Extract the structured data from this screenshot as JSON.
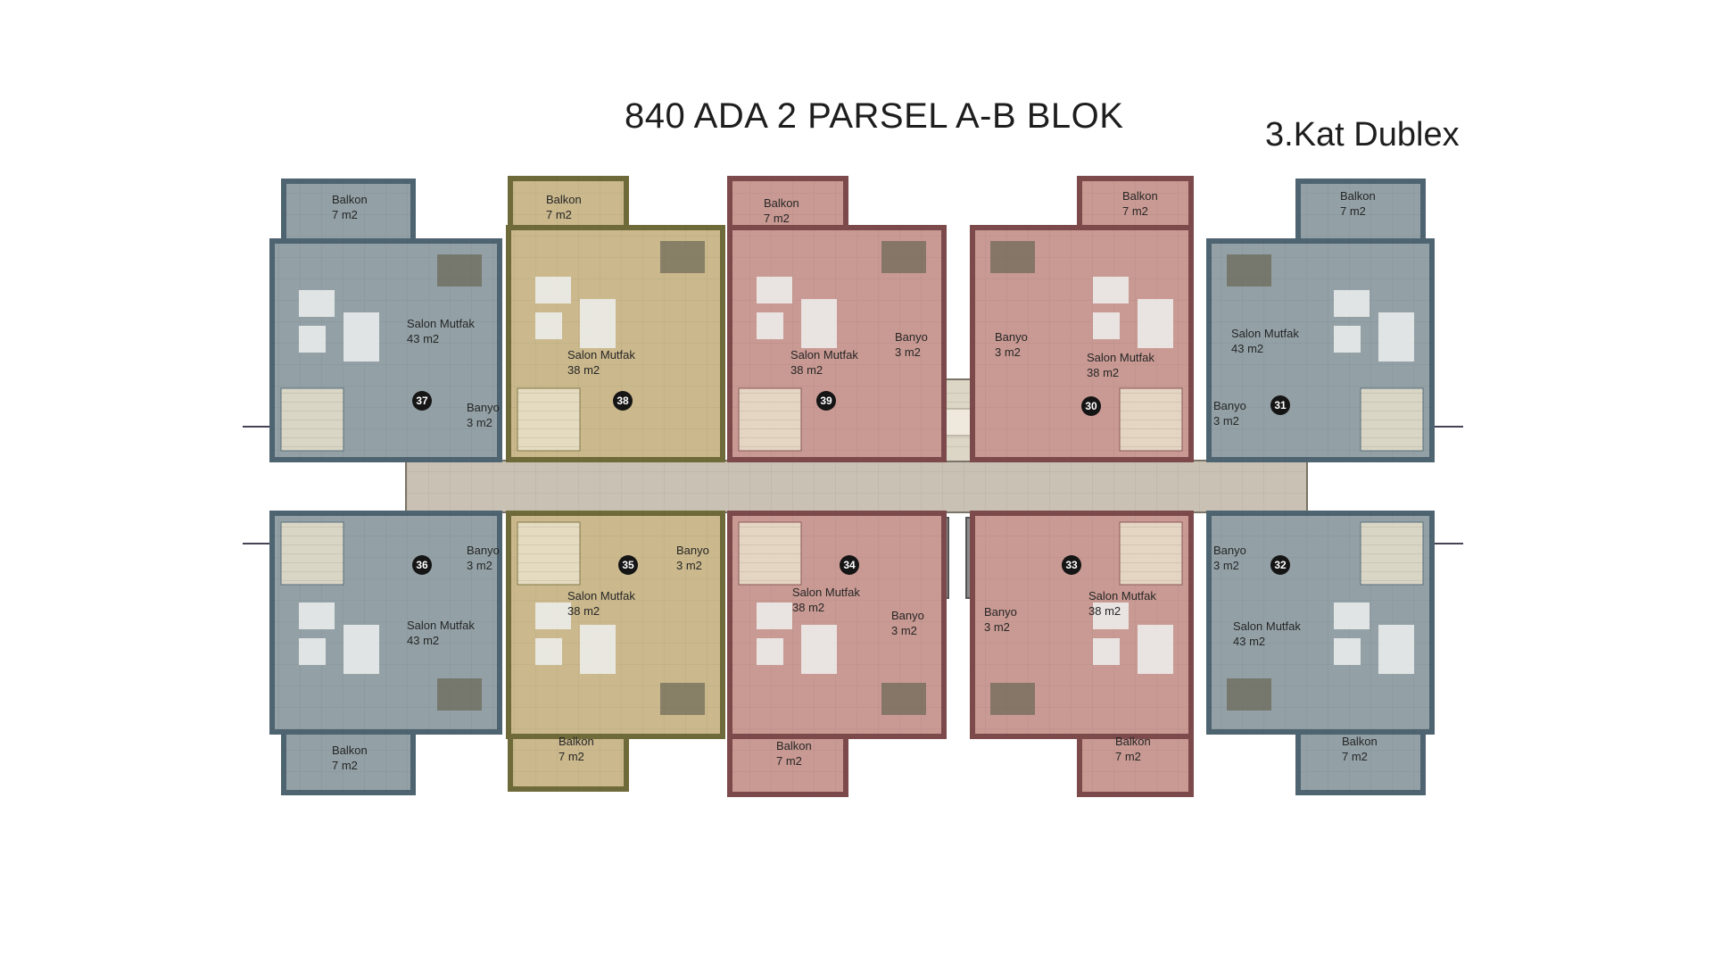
{
  "title": "840 ADA 2 PARSEL A-B BLOK",
  "subtitle": "3.Kat Dublex",
  "colors": {
    "blue_unit": "#93a1a6",
    "blue_wall": "#4e6470",
    "yellow_unit": "#cbb98d",
    "yellow_wall": "#6f6a3a",
    "pink_unit": "#c99a93",
    "pink_wall": "#7d4a4c",
    "corridor": "#c9c1b3",
    "core": "#dcd6c6"
  },
  "units": [
    {
      "number": "37",
      "color": "blue",
      "balcony": "Balkon",
      "balcony_area": "7 m2",
      "living": "Salon Mutfak",
      "living_area": "43 m2",
      "bath": "Banyo",
      "bath_area": "3 m2"
    },
    {
      "number": "38",
      "color": "yellow",
      "balcony": "Balkon",
      "balcony_area": "7 m2",
      "living": "Salon Mutfak",
      "living_area": "38 m2"
    },
    {
      "number": "39",
      "color": "pink",
      "balcony": "Balkon",
      "balcony_area": "7 m2",
      "living": "Salon Mutfak",
      "living_area": "38 m2",
      "bath": "Banyo",
      "bath_area": "3 m2"
    },
    {
      "number": "30",
      "color": "pink",
      "balcony": "Balkon",
      "balcony_area": "7 m2",
      "living": "Salon Mutfak",
      "living_area": "38 m2",
      "bath": "Banyo",
      "bath_area": "3 m2"
    },
    {
      "number": "31",
      "color": "blue",
      "balcony": "Balkon",
      "balcony_area": "7 m2",
      "living": "Salon Mutfak",
      "living_area": "43 m2",
      "bath": "Banyo",
      "bath_area": "3 m2"
    },
    {
      "number": "36",
      "color": "blue",
      "balcony": "Balkon",
      "balcony_area": "7 m2",
      "living": "Salon Mutfak",
      "living_area": "43 m2",
      "bath": "Banyo",
      "bath_area": "3 m2"
    },
    {
      "number": "35",
      "color": "yellow",
      "balcony": "Balkon",
      "balcony_area": "7 m2",
      "living": "Salon Mutfak",
      "living_area": "38 m2",
      "bath": "Banyo",
      "bath_area": "3 m2"
    },
    {
      "number": "34",
      "color": "pink",
      "balcony": "Balkon",
      "balcony_area": "7 m2",
      "living": "Salon Mutfak",
      "living_area": "38 m2",
      "bath": "Banyo",
      "bath_area": "3 m2"
    },
    {
      "number": "33",
      "color": "pink",
      "balcony": "Balkon",
      "balcony_area": "7 m2",
      "living": "Salon Mutfak",
      "living_area": "38 m2",
      "bath": "Banyo",
      "bath_area": "3 m2"
    },
    {
      "number": "32",
      "color": "blue",
      "balcony": "Balkon",
      "balcony_area": "7 m2",
      "living": "Salon Mutfak",
      "living_area": "43 m2",
      "bath": "Banyo",
      "bath_area": "3 m2"
    }
  ]
}
